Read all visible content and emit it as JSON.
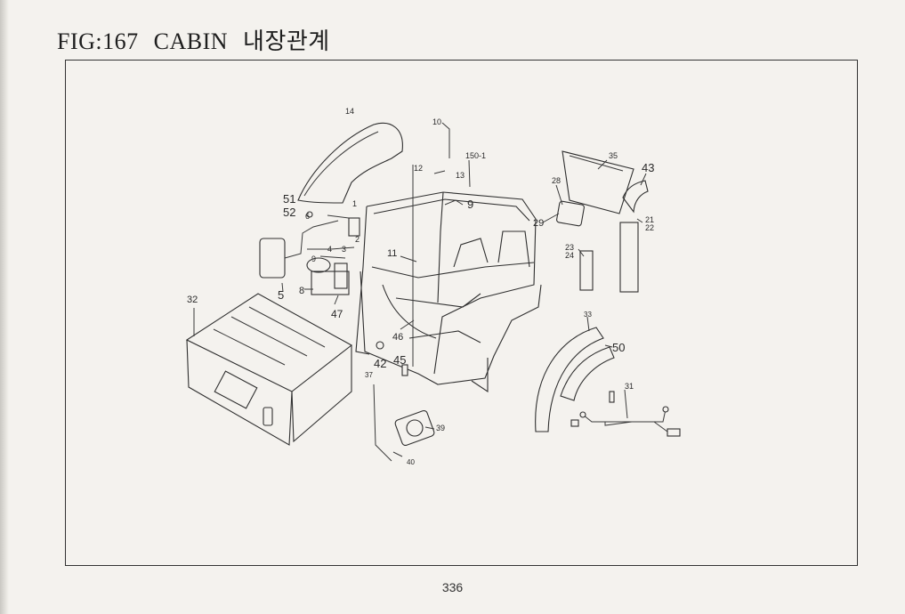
{
  "header": {
    "fig": "FIG:167",
    "name": "CABIN",
    "name_kr": "내장관계"
  },
  "page_number": "336",
  "callouts": [
    {
      "id": "c14",
      "label": "14"
    },
    {
      "id": "c10",
      "label": "10"
    },
    {
      "id": "c12",
      "label": "12"
    },
    {
      "id": "c13",
      "label": "13"
    },
    {
      "id": "c150",
      "label": "150-1"
    },
    {
      "id": "c9a",
      "label": "9"
    },
    {
      "id": "c51",
      "label": "51"
    },
    {
      "id": "c52",
      "label": "52"
    },
    {
      "id": "c6",
      "label": "6"
    },
    {
      "id": "c1",
      "label": "1"
    },
    {
      "id": "c2",
      "label": "2"
    },
    {
      "id": "c4",
      "label": "4"
    },
    {
      "id": "c3",
      "label": "3"
    },
    {
      "id": "c9b",
      "label": "9"
    },
    {
      "id": "c11",
      "label": "11"
    },
    {
      "id": "c8",
      "label": "8"
    },
    {
      "id": "c5",
      "label": "5"
    },
    {
      "id": "c47",
      "label": "47"
    },
    {
      "id": "c32",
      "label": "32"
    },
    {
      "id": "c46",
      "label": "46"
    },
    {
      "id": "c42",
      "label": "42"
    },
    {
      "id": "c45",
      "label": "45"
    },
    {
      "id": "c37",
      "label": "37"
    },
    {
      "id": "c39",
      "label": "39"
    },
    {
      "id": "c40",
      "label": "40"
    },
    {
      "id": "c35",
      "label": "35"
    },
    {
      "id": "c43",
      "label": "43"
    },
    {
      "id": "c28",
      "label": "28"
    },
    {
      "id": "c29",
      "label": "29"
    },
    {
      "id": "c21",
      "label": "21"
    },
    {
      "id": "c22",
      "label": "22"
    },
    {
      "id": "c23",
      "label": "23"
    },
    {
      "id": "c24",
      "label": "24"
    },
    {
      "id": "c33",
      "label": "33"
    },
    {
      "id": "c50",
      "label": "50"
    },
    {
      "id": "c31",
      "label": "31"
    }
  ]
}
